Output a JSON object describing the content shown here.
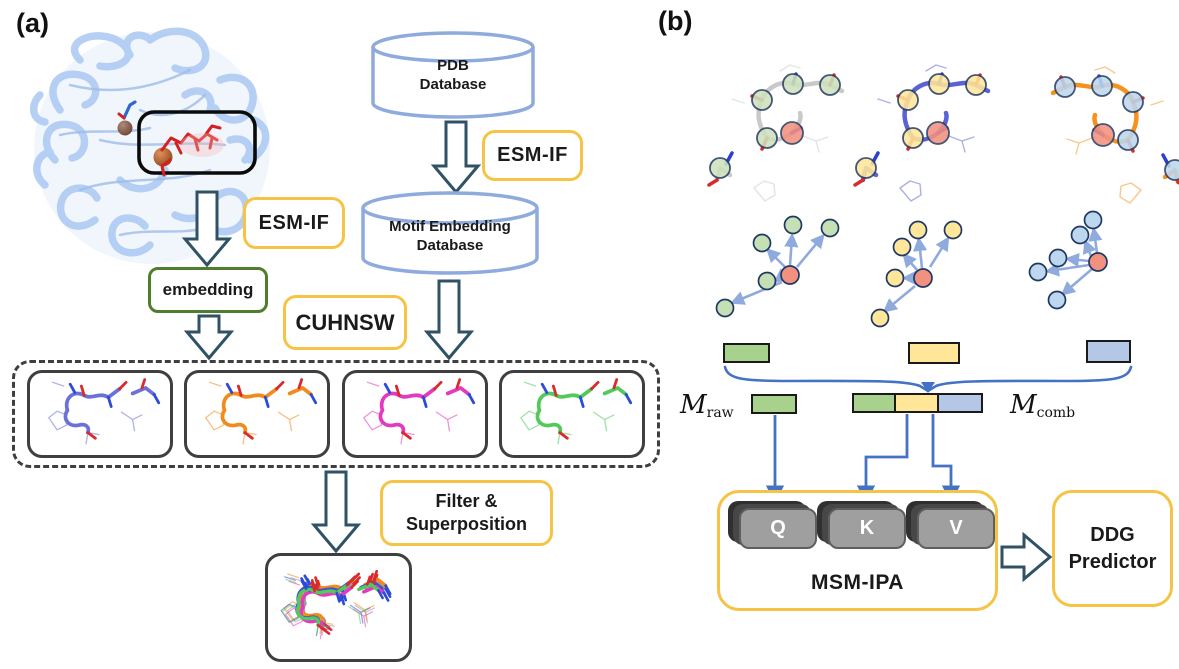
{
  "figure": {
    "type": "method-pipeline-diagram",
    "panels": [
      "a",
      "b"
    ]
  },
  "colors": {
    "accent_yellow_border": "#F6C445",
    "green_box_border": "#4E7E2B",
    "cylinder_blue": "#8FAADC",
    "block_arrow_outline": "#2F5265",
    "connector_blue": "#4472C4",
    "graph_edge_blue": "#8FAADC",
    "node_green": "#C5E0B4",
    "node_yellow": "#FFE699",
    "node_blue": "#BDD7EE",
    "node_center_salmon": "#F2917F",
    "rect_green": "#A9D18E",
    "rect_yellow": "#FFE699",
    "rect_blue": "#B4C7E7",
    "card_gray": "#9F9F9F",
    "motif_purple": "#6A72D8",
    "motif_orange": "#F08B1E",
    "motif_magenta": "#E23BBF",
    "motif_green": "#52C95B",
    "ligand_red": "#D61F1F",
    "protein_ribbon_blue": "#AECBF2"
  },
  "panel_a": {
    "label": "(a)",
    "pdb_database": {
      "line1": "PDB",
      "line2": "Database"
    },
    "esm_if_right": "ESM-IF",
    "esm_if_left": "ESM-IF",
    "motif_database": {
      "line1": "Motif Embedding",
      "line2": "Database"
    },
    "embedding": "embedding",
    "cuhnsw": "CUHNSW",
    "filter": {
      "line1": "Filter &",
      "line2": "Superposition"
    }
  },
  "panel_b": {
    "label": "(b)",
    "m_raw": {
      "letter": "M",
      "subscript": "raw"
    },
    "m_comb": {
      "letter": "M",
      "subscript": "comb"
    },
    "ipa": {
      "title": "MSM-IPA",
      "cards": [
        "Q",
        "K",
        "V"
      ]
    },
    "ddg": {
      "line1": "DDG",
      "line2": "Predictor"
    }
  }
}
